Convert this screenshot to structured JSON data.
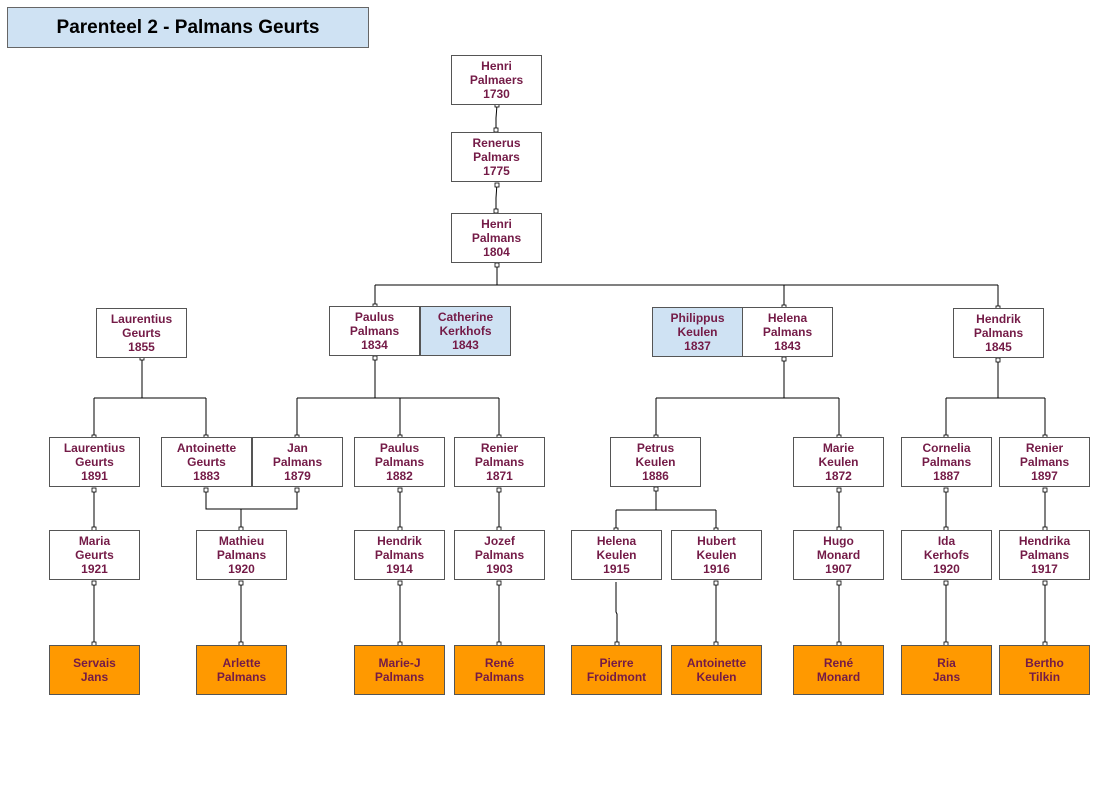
{
  "title": "Parenteel 2 - Palmans Geurts",
  "colors": {
    "text": "#741b47",
    "spouse_fill": "#cfe2f3",
    "leaf_fill": "#ff9900",
    "title_fill": "#cfe2f3",
    "line": "#000000"
  },
  "persons": [
    {
      "id": "henri1730",
      "lines": [
        "Henri",
        "Palmaers",
        "1730"
      ]
    },
    {
      "id": "renerus1775",
      "lines": [
        "Renerus",
        "Palmars",
        "1775"
      ]
    },
    {
      "id": "henri1804",
      "lines": [
        "Henri",
        "Palmans",
        "1804"
      ]
    },
    {
      "id": "laurentius1855",
      "lines": [
        "Laurentius",
        "Geurts",
        "1855"
      ]
    },
    {
      "id": "paulus1834",
      "lines": [
        "Paulus",
        "Palmans",
        "1834"
      ]
    },
    {
      "id": "catherine1843",
      "lines": [
        "Catherine",
        "Kerkhofs",
        "1843"
      ],
      "kind": "spouse"
    },
    {
      "id": "philippus1837",
      "lines": [
        "Philippus",
        "Keulen",
        "1837"
      ],
      "kind": "spouse"
    },
    {
      "id": "helena1843",
      "lines": [
        "Helena",
        "Palmans",
        "1843"
      ]
    },
    {
      "id": "hendrik1845",
      "lines": [
        "Hendrik",
        "Palmans",
        "1845"
      ]
    },
    {
      "id": "laurentius1891",
      "lines": [
        "Laurentius",
        "Geurts",
        "1891"
      ]
    },
    {
      "id": "antoinette1883",
      "lines": [
        "Antoinette",
        "Geurts",
        "1883"
      ]
    },
    {
      "id": "jan1879",
      "lines": [
        "Jan",
        "Palmans",
        "1879"
      ]
    },
    {
      "id": "paulus1882",
      "lines": [
        "Paulus",
        "Palmans",
        "1882"
      ]
    },
    {
      "id": "renier1871",
      "lines": [
        "Renier",
        "Palmans",
        "1871"
      ]
    },
    {
      "id": "petrus1886",
      "lines": [
        "Petrus",
        "Keulen",
        "1886"
      ]
    },
    {
      "id": "marie1872",
      "lines": [
        "Marie",
        "Keulen",
        "1872"
      ]
    },
    {
      "id": "cornelia1887",
      "lines": [
        "Cornelia",
        "Palmans",
        "1887"
      ]
    },
    {
      "id": "renier1897",
      "lines": [
        "Renier",
        "Palmans",
        "1897"
      ]
    },
    {
      "id": "maria1921",
      "lines": [
        "Maria",
        "Geurts",
        "1921"
      ]
    },
    {
      "id": "mathieu1920",
      "lines": [
        "Mathieu",
        "Palmans",
        "1920"
      ]
    },
    {
      "id": "hendrik1914",
      "lines": [
        "Hendrik",
        "Palmans",
        "1914"
      ]
    },
    {
      "id": "jozef1903",
      "lines": [
        "Jozef",
        "Palmans",
        "1903"
      ]
    },
    {
      "id": "helena1915",
      "lines": [
        "Helena",
        "Keulen",
        "1915"
      ]
    },
    {
      "id": "hubert1916",
      "lines": [
        "Hubert",
        "Keulen",
        "1916"
      ]
    },
    {
      "id": "hugo1907",
      "lines": [
        "Hugo",
        "Monard",
        "1907"
      ]
    },
    {
      "id": "ida1920",
      "lines": [
        "Ida",
        "Kerhofs",
        "1920"
      ]
    },
    {
      "id": "hendrika1917",
      "lines": [
        "Hendrika",
        "Palmans",
        "1917"
      ]
    },
    {
      "id": "servais",
      "lines": [
        "Servais",
        "Jans"
      ],
      "kind": "leaf"
    },
    {
      "id": "arlette",
      "lines": [
        "Arlette",
        "Palmans"
      ],
      "kind": "leaf"
    },
    {
      "id": "mariej",
      "lines": [
        "Marie-J",
        "Palmans"
      ],
      "kind": "leaf"
    },
    {
      "id": "rene1",
      "lines": [
        "René",
        "Palmans"
      ],
      "kind": "leaf"
    },
    {
      "id": "pierre",
      "lines": [
        "Pierre",
        "Froidmont"
      ],
      "kind": "leaf"
    },
    {
      "id": "antoinetteK",
      "lines": [
        "Antoinette",
        "Keulen"
      ],
      "kind": "leaf"
    },
    {
      "id": "rene2",
      "lines": [
        "René",
        "Monard"
      ],
      "kind": "leaf"
    },
    {
      "id": "ria",
      "lines": [
        "Ria",
        "Jans"
      ],
      "kind": "leaf"
    },
    {
      "id": "bertho",
      "lines": [
        "Bertho",
        "Tilkin"
      ],
      "kind": "leaf"
    }
  ]
}
